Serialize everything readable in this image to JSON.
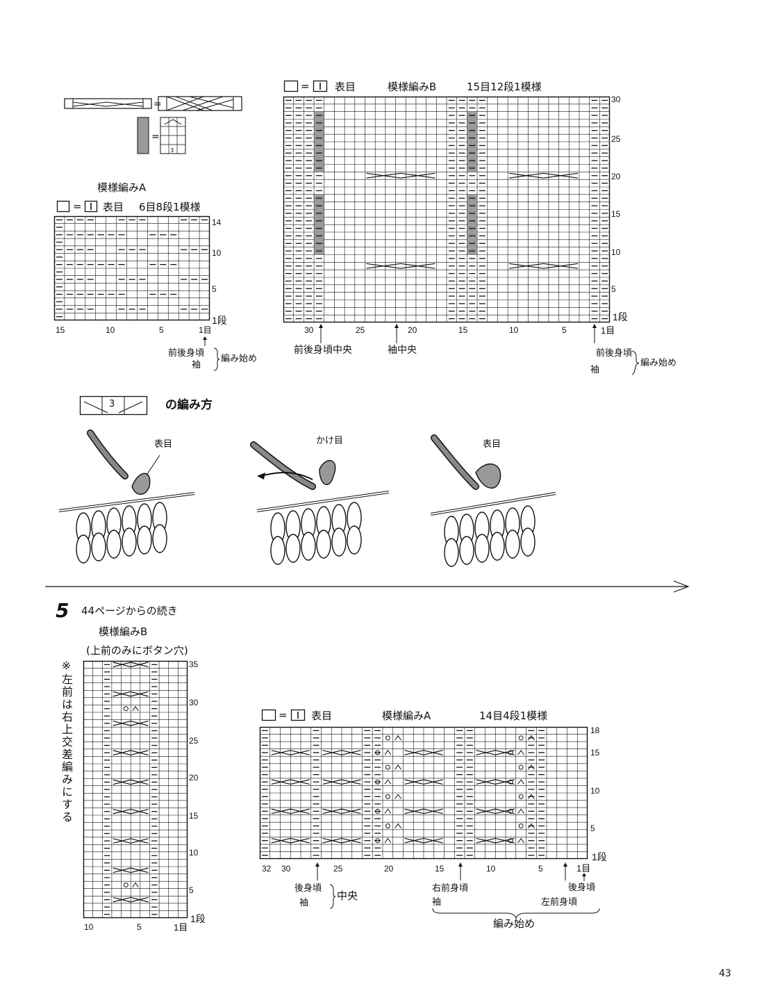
{
  "legend": {
    "cable_legend_num": "3"
  },
  "chartA_top": {
    "title": "模様編みA",
    "legend_eq": "=",
    "legend_text": "表目",
    "repeat": "6目8段1模様",
    "row_labels": [
      "14",
      "10",
      "5",
      "1段"
    ],
    "col_labels": [
      "15",
      "10",
      "5",
      "1目"
    ],
    "note_lines": [
      "前後身頃",
      "袖"
    ],
    "note_start": "編み始め"
  },
  "chartB_top": {
    "legend_eq": "=",
    "legend_text": "表目",
    "title": "模様編みB",
    "repeat": "15目12段1模様",
    "row_labels": [
      "30",
      "25",
      "20",
      "15",
      "10",
      "5",
      "1段"
    ],
    "col_labels": [
      "30",
      "25",
      "20",
      "15",
      "10",
      "5",
      "1目"
    ],
    "label_center": "前後身頃中央",
    "label_sleeve": "袖中央",
    "note_lines": [
      "前後身頃",
      "袖"
    ],
    "note_start": "編み始め"
  },
  "howto": {
    "num": "3",
    "title": "の編み方",
    "labels": [
      "表目",
      "かけ目",
      "表目"
    ]
  },
  "section5": {
    "number": "5",
    "title": "44ページからの続き"
  },
  "chartB_bottom": {
    "title": "模様編みB",
    "subtitle": "(上前のみにボタン穴)",
    "vertical_note": "※左前は右上交差編みにする",
    "row_labels": [
      "35",
      "30",
      "25",
      "20",
      "15",
      "10",
      "5",
      "1段"
    ],
    "col_labels": [
      "10",
      "5",
      "1目"
    ]
  },
  "chartA_bottom": {
    "legend_eq": "=",
    "legend_text": "表目",
    "title": "模様編みA",
    "repeat": "14目4段1模様",
    "row_labels": [
      "18",
      "15",
      "10",
      "5",
      "1段"
    ],
    "col_labels": [
      "32",
      "30",
      "25",
      "20",
      "15",
      "10",
      "5",
      "1目"
    ],
    "note_back": [
      "後身頃",
      "袖"
    ],
    "note_center": "中央",
    "note_right_front": [
      "右前身頃",
      "袖"
    ],
    "note_back2": "後身頃",
    "note_left_front": "左前身頃",
    "note_start": "編み始め"
  },
  "page_number": "43"
}
